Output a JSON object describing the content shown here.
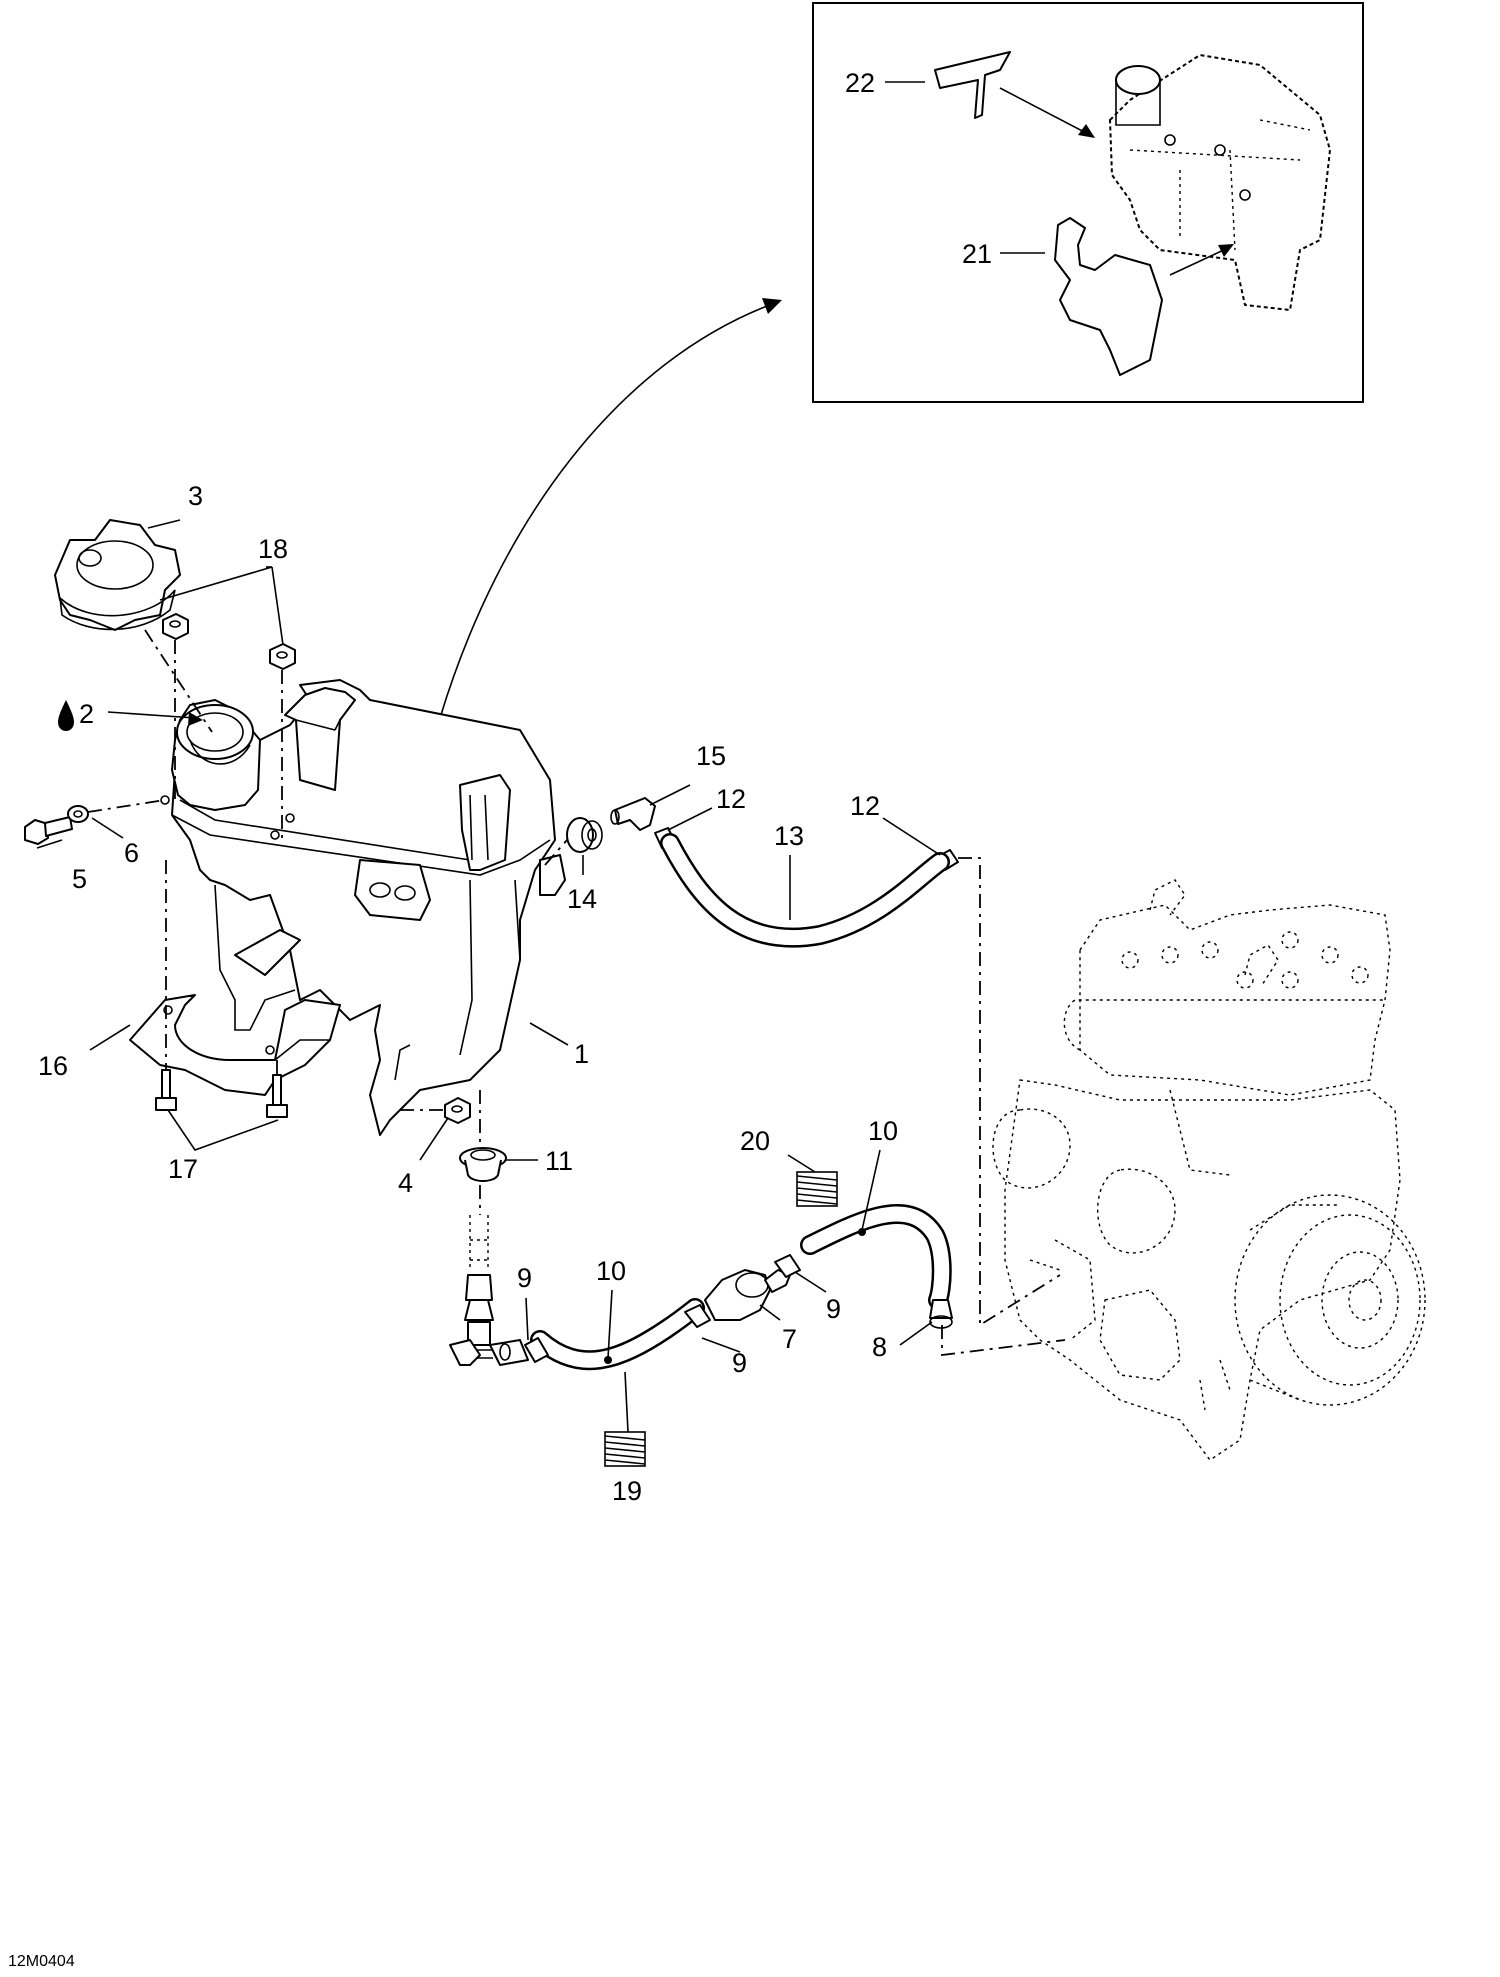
{
  "figure_code": "12M0404",
  "callouts": [
    {
      "id": "c1",
      "label": "1"
    },
    {
      "id": "c2",
      "label": "2"
    },
    {
      "id": "c3",
      "label": "3"
    },
    {
      "id": "c4",
      "label": "4"
    },
    {
      "id": "c5",
      "label": "5"
    },
    {
      "id": "c6",
      "label": "6"
    },
    {
      "id": "c7",
      "label": "7"
    },
    {
      "id": "c8",
      "label": "8"
    },
    {
      "id": "c9a",
      "label": "9"
    },
    {
      "id": "c9b",
      "label": "9"
    },
    {
      "id": "c9c",
      "label": "9"
    },
    {
      "id": "c10a",
      "label": "10"
    },
    {
      "id": "c10b",
      "label": "10"
    },
    {
      "id": "c11",
      "label": "11"
    },
    {
      "id": "c12a",
      "label": "12"
    },
    {
      "id": "c12b",
      "label": "12"
    },
    {
      "id": "c13",
      "label": "13"
    },
    {
      "id": "c14",
      "label": "14"
    },
    {
      "id": "c15",
      "label": "15"
    },
    {
      "id": "c16",
      "label": "16"
    },
    {
      "id": "c17",
      "label": "17"
    },
    {
      "id": "c18",
      "label": "18"
    },
    {
      "id": "c19",
      "label": "19"
    },
    {
      "id": "c20",
      "label": "20"
    },
    {
      "id": "c21",
      "label": "21"
    },
    {
      "id": "c22",
      "label": "22"
    }
  ],
  "icons": {
    "oil_drop": "oil-drop-icon"
  }
}
